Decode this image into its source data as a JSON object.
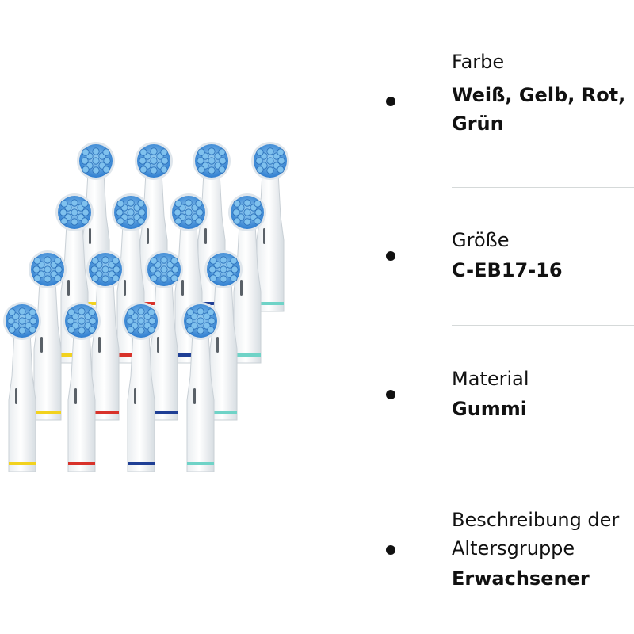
{
  "product": {
    "image_alt": "Aufsteckbürsten",
    "band_colors": [
      "#f2d21e",
      "#d8322a",
      "#1f3f95",
      "#6fd3c7"
    ]
  },
  "attributes": [
    {
      "label": "Farbe",
      "value_lines": [
        "Weiß, Gelb, Rot,",
        "Grün"
      ]
    },
    {
      "label": "Größe",
      "value_lines": [
        "C-EB17-16"
      ]
    },
    {
      "label": "Material",
      "value_lines": [
        "Gummi"
      ]
    },
    {
      "label_lines": [
        "Beschreibung der",
        "Altersgruppe"
      ],
      "value_lines": [
        "Erwachsener"
      ]
    }
  ]
}
